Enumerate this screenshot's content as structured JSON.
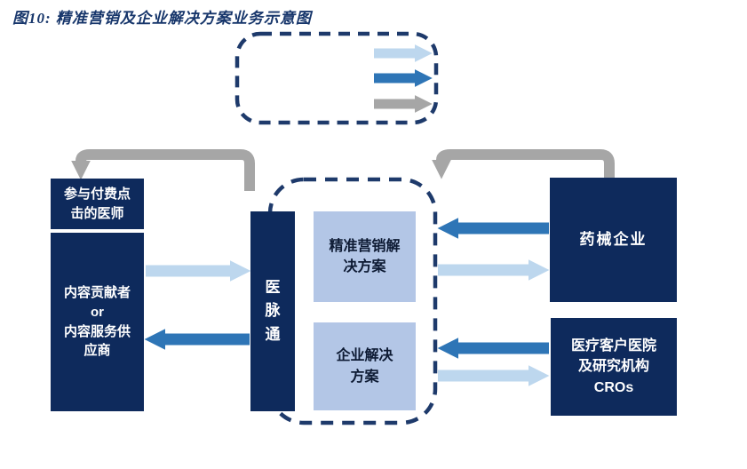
{
  "title": "图10: 精准营销及企业解决方案业务示意图",
  "colors": {
    "title_color": "#17366b",
    "navy": "#0e2a5c",
    "dash_border": "#1e3a6b",
    "light_box": "#b3c6e6",
    "box_text_light": "#ffffff",
    "box_text_dark": "#0d1a33",
    "arrow_light": "#bdd7ee",
    "arrow_blue": "#2e75b6",
    "arrow_gray": "#a6a6a6"
  },
  "nodes": {
    "paid_click_doctors": "参与付费点\n击的医师",
    "content_contributors": "内容贡献者\nor\n内容服务供\n应商",
    "medlive": "医\n脉\n通",
    "precision_marketing_solution": "精准营销解\n决方案",
    "enterprise_solution": "企业解决\n方案",
    "pharma_device_companies": "药械企业",
    "medical_clients_cros": "医疗客户医院\n及研究机构\nCROs"
  },
  "legend": {
    "arrow_colors": [
      "#bdd7ee",
      "#2e75b6",
      "#a6a6a6"
    ]
  }
}
